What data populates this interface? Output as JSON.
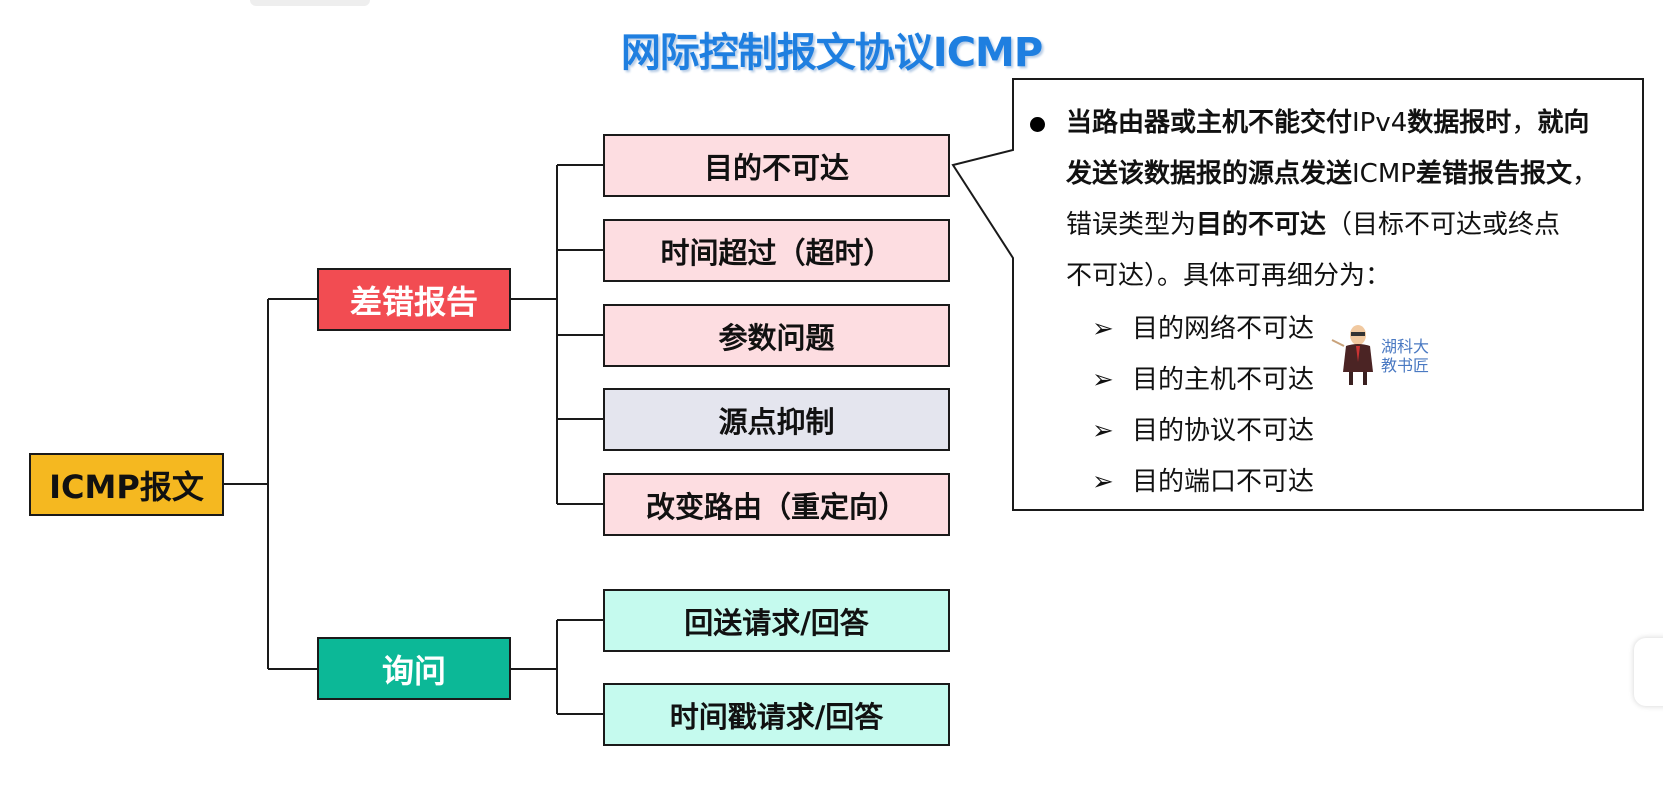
{
  "title": "网际控制报文协议ICMP",
  "tree": {
    "root": "ICMP报文",
    "categories": [
      {
        "label": "差错报告",
        "color": "#f24c52",
        "children": [
          "目的不可达",
          "时间超过（超时）",
          "参数问题",
          "源点抑制",
          "改变路由（重定向）"
        ]
      },
      {
        "label": "询问",
        "color": "#0cb897",
        "children": [
          "回送请求/回答",
          "时间戳请求/回答"
        ]
      }
    ]
  },
  "callout": {
    "target": "目的不可达",
    "line1_bold_a": "当路由器或主机不能交付",
    "line1_normal": "IPv4",
    "line1_bold_b": "数据报时",
    "line1_comma": "，",
    "line1_bold_c": "就向",
    "line2_bold_a": "发送该数据报的源点发送",
    "line2_normal": "ICMP",
    "line2_bold_b": "差错报告报文",
    "line2_comma": "，",
    "line3_normal_a": "错误类型为",
    "line3_bold": "目的不可达",
    "line3_normal_b": "（目标不可达或终点",
    "line4": "不可达）。具体可再细分为：",
    "sub_items": [
      "目的网络不可达",
      "目的主机不可达",
      "目的协议不可达",
      "目的端口不可达"
    ],
    "arrow_glyph": "➢"
  },
  "watermark": {
    "line1": "湖科大",
    "line2": "教书匠"
  },
  "colors": {
    "title": "#1f7fe0",
    "root": "#f5b820",
    "error_leaf": "#fddde1",
    "source_quench_leaf": "#e4e5ee",
    "query_leaf": "#c5faee"
  }
}
